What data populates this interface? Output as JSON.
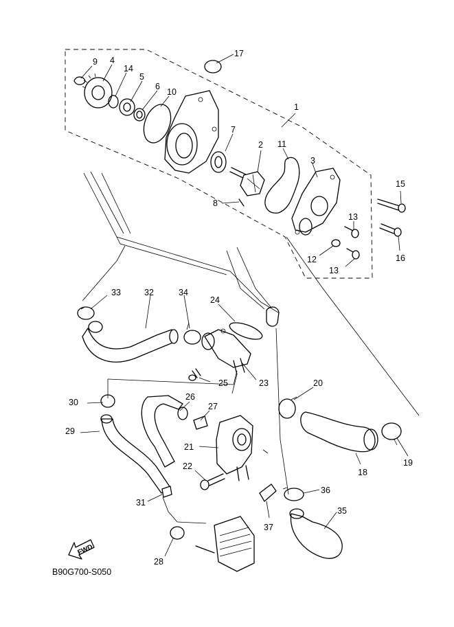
{
  "diagram": {
    "code": "B90G700-S050",
    "fwd_label": "FWD",
    "callouts": {
      "c1": "1",
      "c2": "2",
      "c3": "3",
      "c4": "4",
      "c5": "5",
      "c6": "6",
      "c7": "7",
      "c8": "8",
      "c9": "9",
      "c10": "10",
      "c11": "11",
      "c12": "12",
      "c13a": "13",
      "c13b": "13",
      "c14": "14",
      "c15": "15",
      "c16": "16",
      "c17": "17",
      "c18": "18",
      "c19": "19",
      "c20": "20",
      "c21": "21",
      "c22": "22",
      "c23": "23",
      "c24": "24",
      "c25": "25",
      "c26": "26",
      "c27": "27",
      "c28": "28",
      "c29": "29",
      "c30": "30",
      "c31": "31",
      "c32": "32",
      "c33": "33",
      "c34": "34",
      "c35": "35",
      "c36": "36",
      "c37": "37"
    }
  }
}
